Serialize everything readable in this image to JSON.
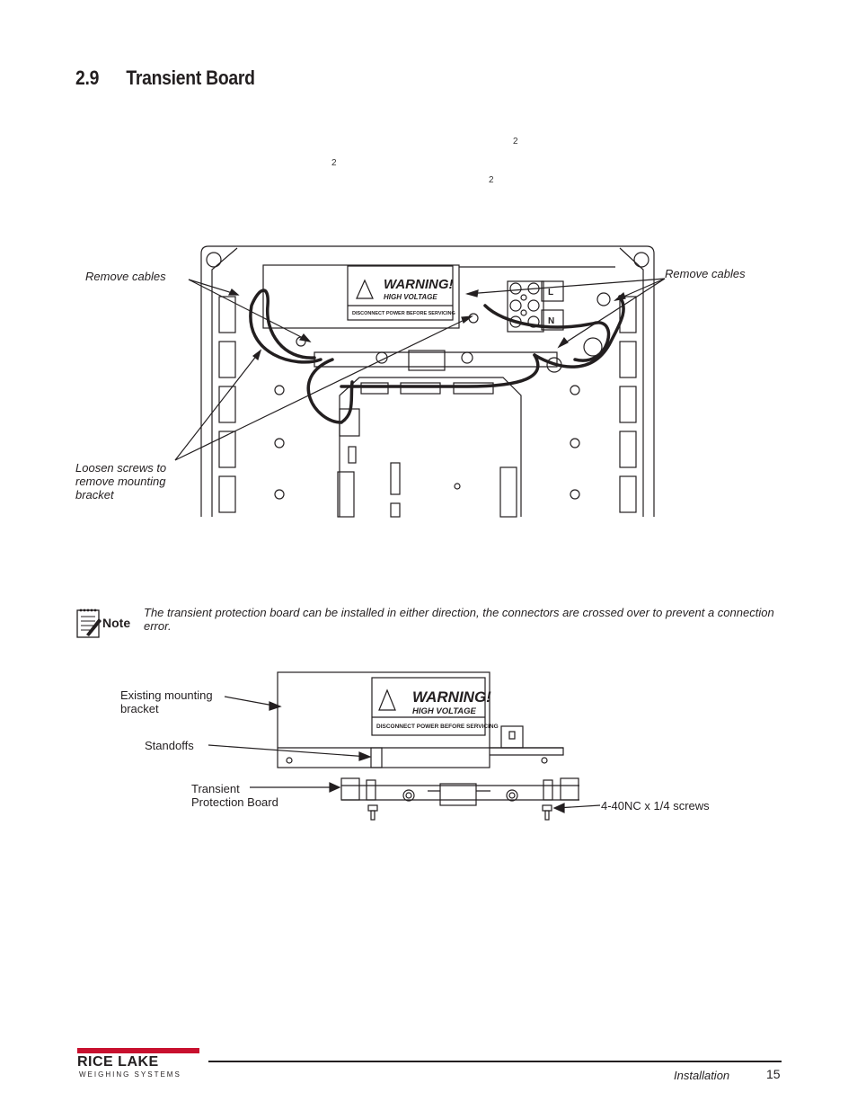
{
  "section": {
    "number": "2.9",
    "title": "Transient Board"
  },
  "superscripts": [
    "2",
    "2",
    "2"
  ],
  "figure1": {
    "callouts": {
      "remove_cables_left": "Remove cables",
      "remove_cables_right": "Remove cables",
      "loosen_screws": "Loosen screws to\nremove mounting\nbracket"
    },
    "warning_label": {
      "title": "WARNING!",
      "subtitle": "HIGH VOLTAGE",
      "notice": "DISCONNECT POWER BEFORE SERVICING"
    },
    "terminal_labels": [
      "L",
      "N"
    ]
  },
  "note": {
    "label": "Note",
    "text": "The transient protection board can be installed in either direction, the connectors are crossed over to prevent a connection error."
  },
  "figure2": {
    "callouts": {
      "existing_bracket": "Existing mounting\nbracket",
      "standoffs": "Standoffs",
      "transient_board": "Transient\nProtection Board",
      "screws": "4-40NC x 1/4 screws"
    },
    "warning_label": {
      "title": "WARNING!",
      "subtitle": "HIGH VOLTAGE",
      "notice": "DISCONNECT POWER BEFORE SERVICING"
    }
  },
  "footer": {
    "brand": "RICE LAKE",
    "brand_sub": "WEIGHING SYSTEMS",
    "section": "Installation",
    "page": "15"
  }
}
